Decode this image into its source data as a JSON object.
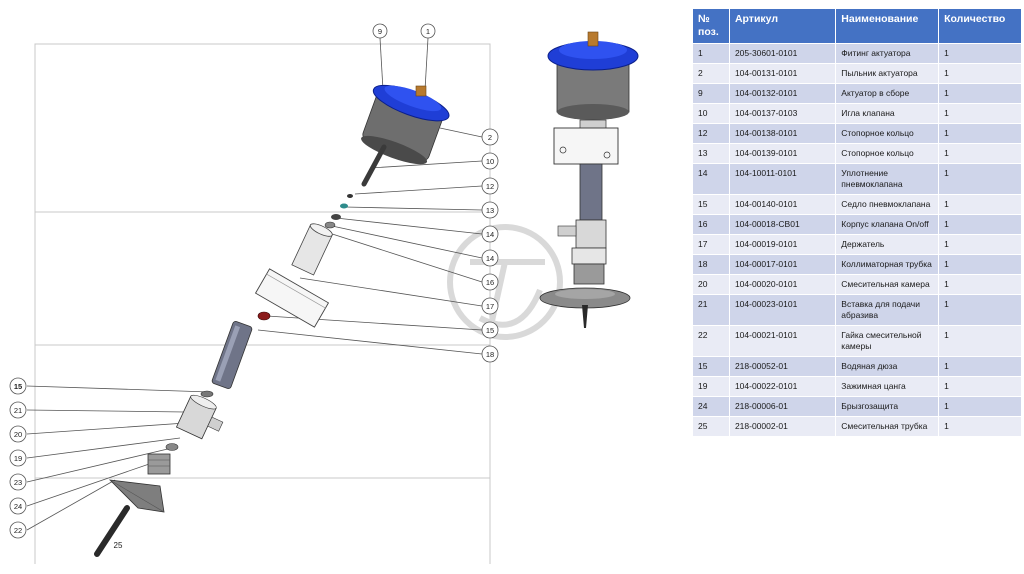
{
  "callouts": {
    "n9": "9",
    "n1": "1",
    "n2": "2",
    "n10": "10",
    "n12": "12",
    "n13": "13",
    "n14a": "14",
    "n14b": "14",
    "n16": "16",
    "n17": "17",
    "n15r": "15",
    "n18": "18",
    "n15l": "15",
    "n21": "21",
    "n20": "20",
    "n19": "19",
    "n23": "23",
    "n24": "24",
    "n22": "22",
    "n25": "25"
  },
  "colors": {
    "actuator_cap": "#1f3ed6",
    "body_gray": "#6e6e6e",
    "fitting_brass": "#b87a2e",
    "line": "#444444",
    "frame": "#c8c8c8",
    "watermark": "#d9d9d9",
    "table_header": "#4472c4",
    "row_dark": "#cfd5ea",
    "row_light": "#e9ebf5"
  },
  "table": {
    "headers": [
      "№ поз.",
      "Артикул",
      "Наименование",
      "Количество"
    ],
    "rows": [
      [
        "1",
        "205-30601-0101",
        "Фитинг актуатора",
        "1"
      ],
      [
        "2",
        "104-00131-0101",
        "Пыльник актуатора",
        "1"
      ],
      [
        "9",
        "104-00132-0101",
        "Актуатор в сборе",
        "1"
      ],
      [
        "10",
        "104-00137-0103",
        "Игла клапана",
        "1"
      ],
      [
        "12",
        "104-00138-0101",
        "Стопорное кольцо",
        "1"
      ],
      [
        "13",
        "104-00139-0101",
        "Стопорное кольцо",
        "1"
      ],
      [
        "14",
        "104-10011-0101",
        "Уплотнение пневмоклапана",
        "1"
      ],
      [
        "15",
        "104-00140-0101",
        "Седло пневмоклапана",
        "1"
      ],
      [
        "16",
        "104-00018-CB01",
        "Корпус клапана On/off",
        "1"
      ],
      [
        "17",
        "104-00019-0101",
        "Держатель",
        "1"
      ],
      [
        "18",
        "104-00017-0101",
        "Коллиматорная трубка",
        "1"
      ],
      [
        "20",
        "104-00020-0101",
        "Смесительная камера",
        "1"
      ],
      [
        "21",
        "104-00023-0101",
        "Вставка для подачи абразива",
        "1"
      ],
      [
        "22",
        "104-00021-0101",
        "Гайка смесительной камеры",
        "1"
      ],
      [
        "15",
        "218-00052-01",
        "Водяная дюза",
        "1"
      ],
      [
        "19",
        "104-00022-0101",
        "Зажимная цанга",
        "1"
      ],
      [
        "24",
        "218-00006-01",
        "Брызгозащита",
        "1"
      ],
      [
        "25",
        "218-00002-01",
        "Смесительная трубка",
        "1"
      ]
    ]
  }
}
